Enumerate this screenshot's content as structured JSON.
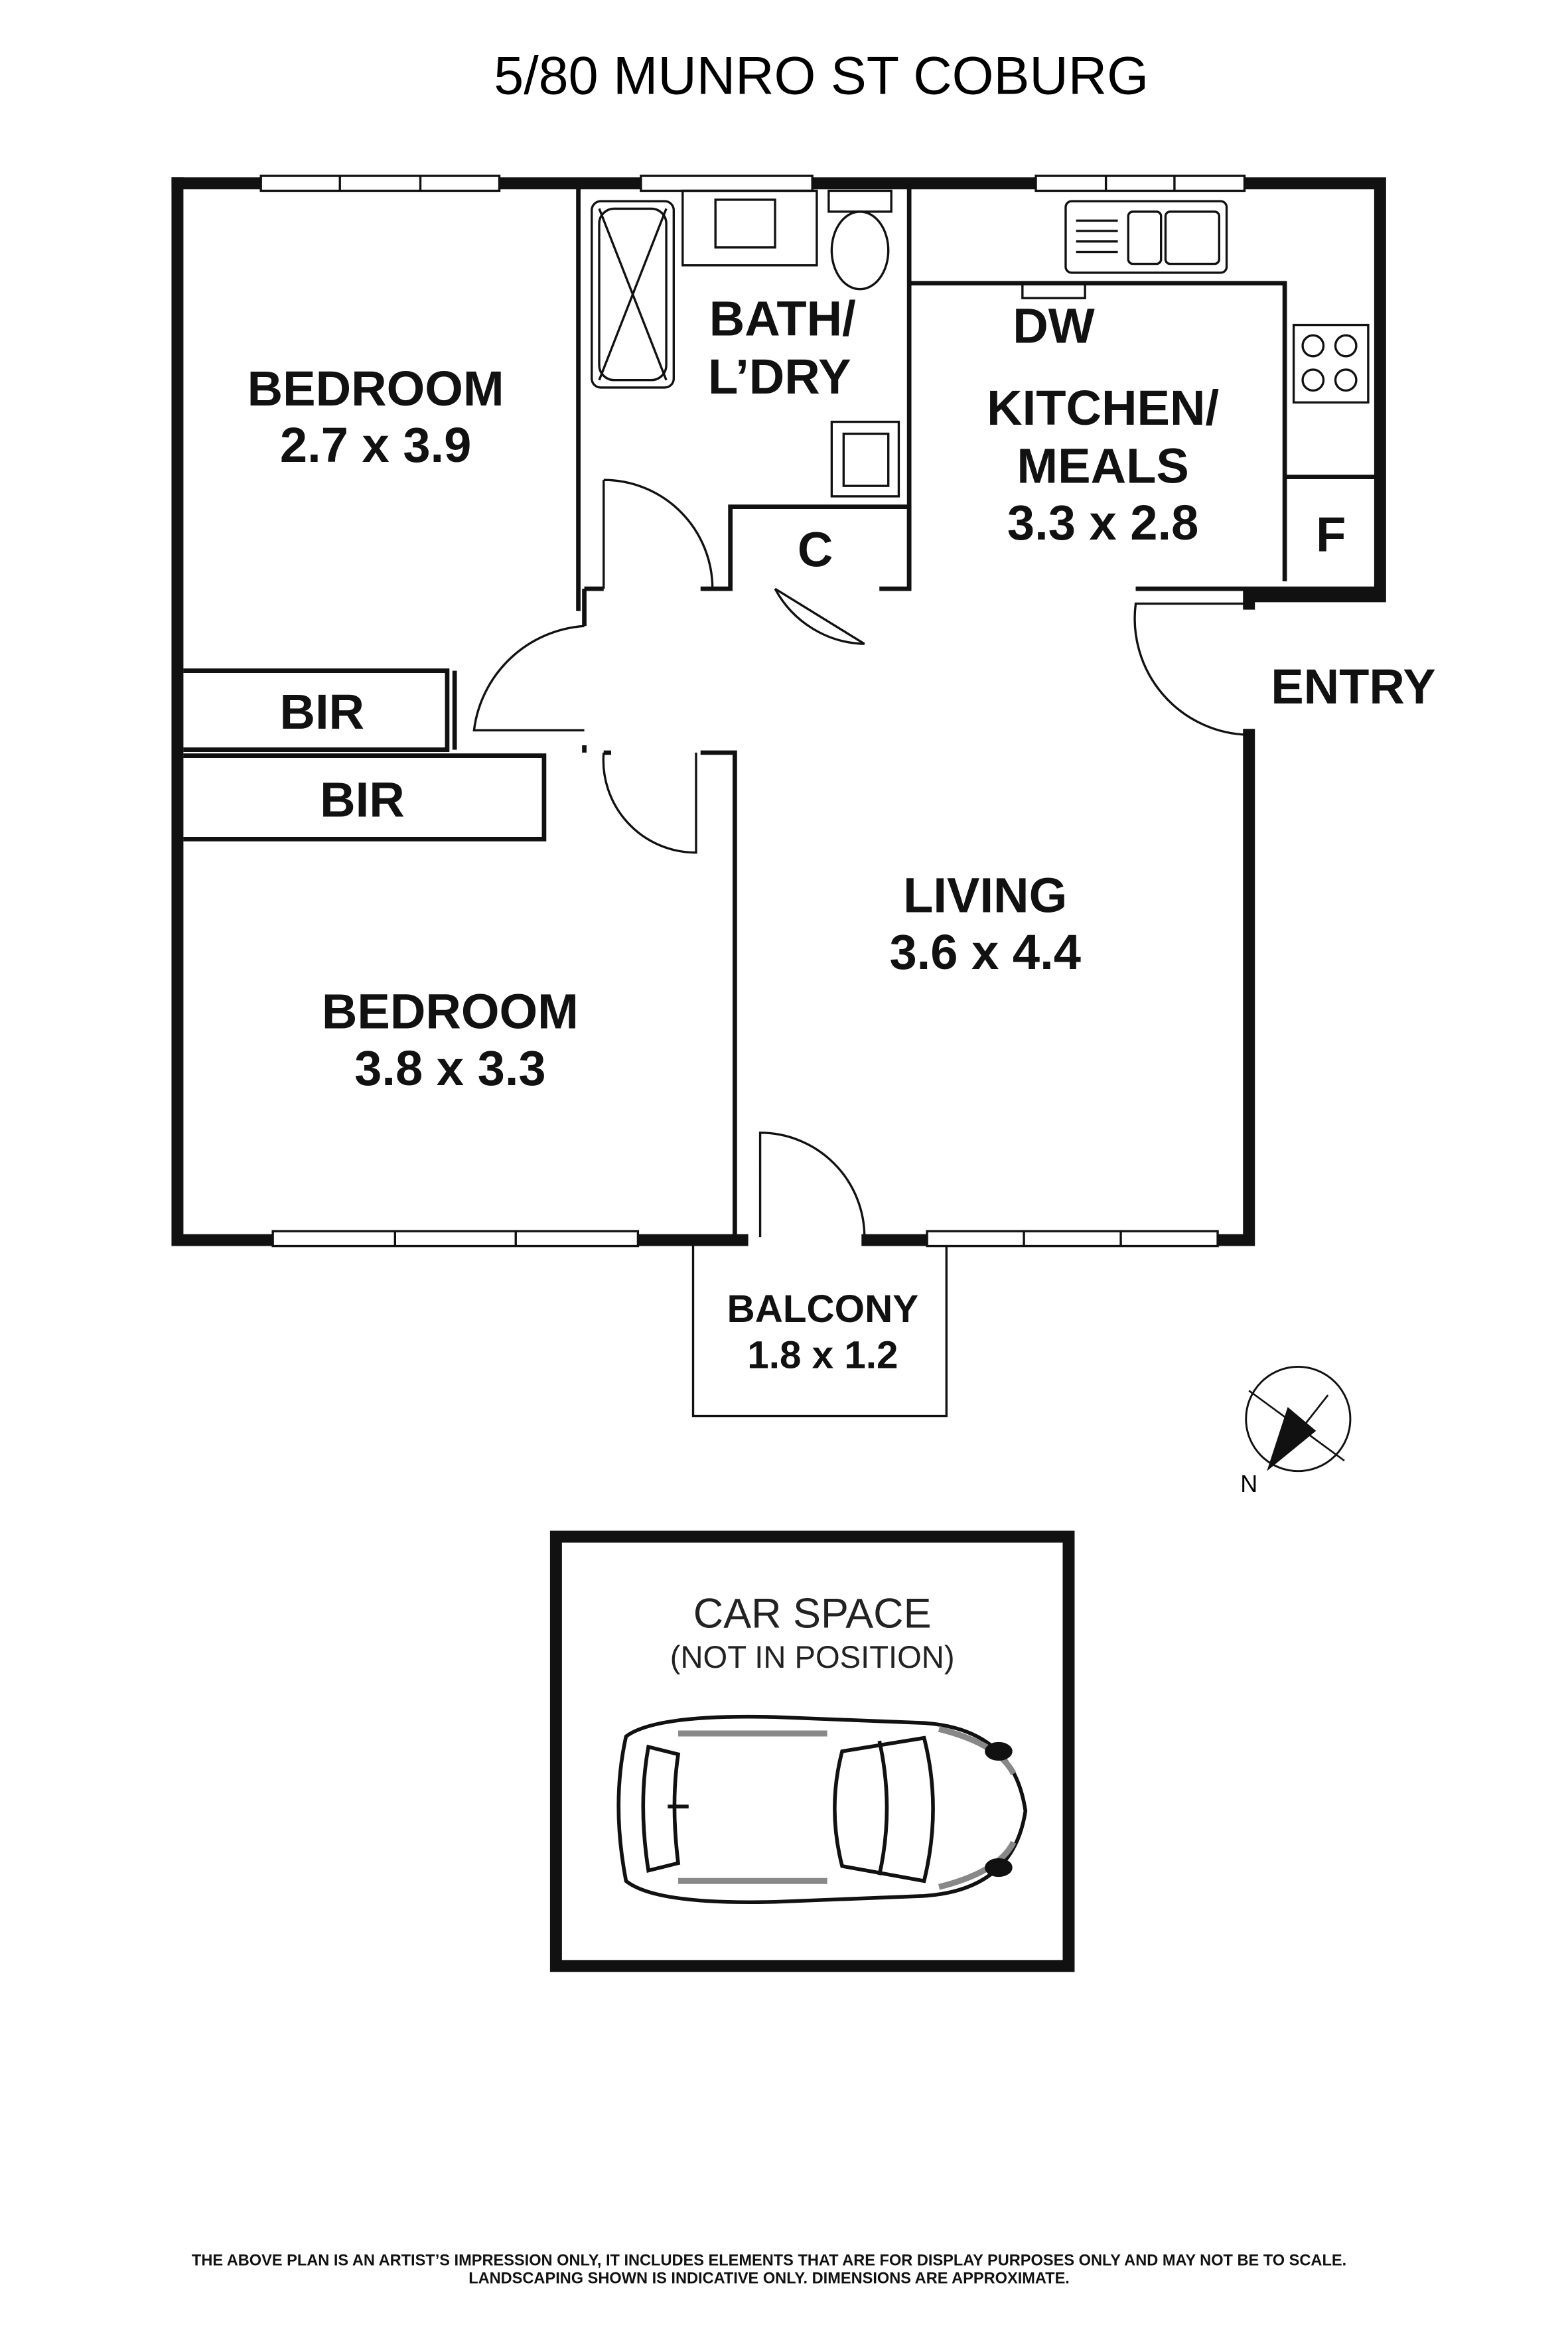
{
  "title": "5/80 MUNRO ST COBURG",
  "rooms": {
    "bedroom1": {
      "name": "BEDROOM",
      "dims": "2.7 x 3.9"
    },
    "bath": {
      "line1": "BATH/",
      "line2": "L’DRY"
    },
    "dw": "DW",
    "kitchen": {
      "line1": "KITCHEN/",
      "line2": "MEALS",
      "dims": "3.3 x 2.8"
    },
    "fridge": "F",
    "cupboard": "C",
    "entry": "ENTRY",
    "bir1": "BIR",
    "bir2": "BIR",
    "living": {
      "name": "LIVING",
      "dims": "3.6 x 4.4"
    },
    "bedroom2": {
      "name": "BEDROOM",
      "dims": "3.8 x 3.3"
    },
    "balcony": {
      "name": "BALCONY",
      "dims": "1.8 x 1.2"
    }
  },
  "compass": {
    "label": "N"
  },
  "car_space": {
    "title": "CAR SPACE",
    "subtitle": "(NOT IN POSITION)"
  },
  "disclaimer": {
    "line1": "THE ABOVE PLAN IS AN ARTIST’S IMPRESSION ONLY, IT INCLUDES ELEMENTS THAT ARE FOR DISPLAY PURPOSES ONLY AND MAY NOT BE TO SCALE.",
    "line2": "LANDSCAPING SHOWN IS INDICATIVE ONLY. DIMENSIONS ARE APPROXIMATE."
  }
}
